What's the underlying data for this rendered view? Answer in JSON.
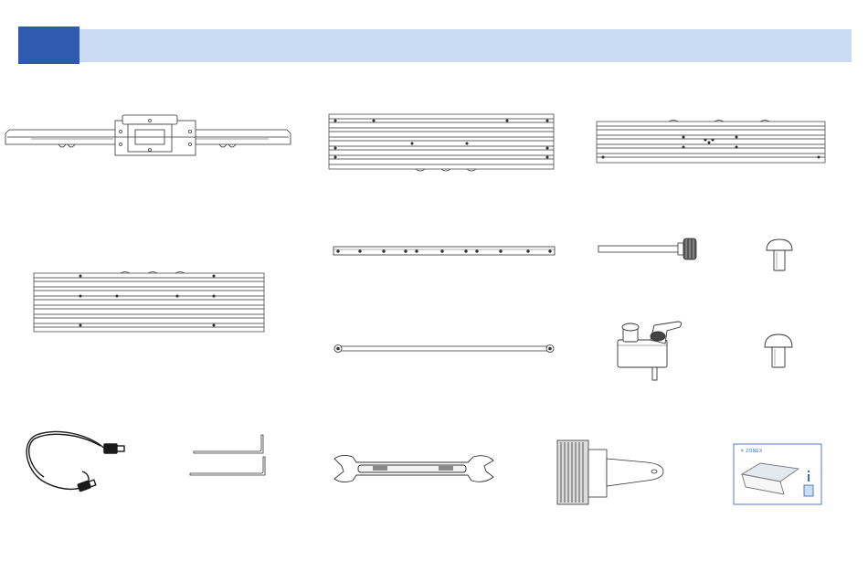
{
  "colors": {
    "header_band": "#c9dcf3",
    "header_block": "#2f5aaf",
    "line_art": "#333333",
    "manual_accent": "#3a6fc0"
  },
  "manual": {
    "brand": "⚘ ZONEX"
  },
  "parts": [
    {
      "name": "rail-with-carriage",
      "icon": "slide-rail-with-carriage"
    },
    {
      "name": "ribbed-plate-large",
      "icon": "ribbed-aluminum-plate"
    },
    {
      "name": "ribbed-plate-right",
      "icon": "ribbed-aluminum-plate"
    },
    {
      "name": "ribbed-plate-left",
      "icon": "ribbed-aluminum-plate"
    },
    {
      "name": "flat-bar-with-holes",
      "icon": "flat-bar"
    },
    {
      "name": "long-pin",
      "icon": "thumb-screw-pin"
    },
    {
      "name": "short-bolt-1",
      "icon": "mushroom-bolt"
    },
    {
      "name": "link-rod",
      "icon": "connecting-rod"
    },
    {
      "name": "clamp-block",
      "icon": "clamp-with-knob"
    },
    {
      "name": "short-bolt-2",
      "icon": "mushroom-bolt"
    },
    {
      "name": "usb-cable",
      "icon": "usb-cable"
    },
    {
      "name": "hex-keys",
      "icon": "allen-key"
    },
    {
      "name": "open-end-wrench",
      "icon": "wrench"
    },
    {
      "name": "cleaning-brush",
      "icon": "brush"
    },
    {
      "name": "user-manual",
      "icon": "manual-booklet"
    }
  ]
}
